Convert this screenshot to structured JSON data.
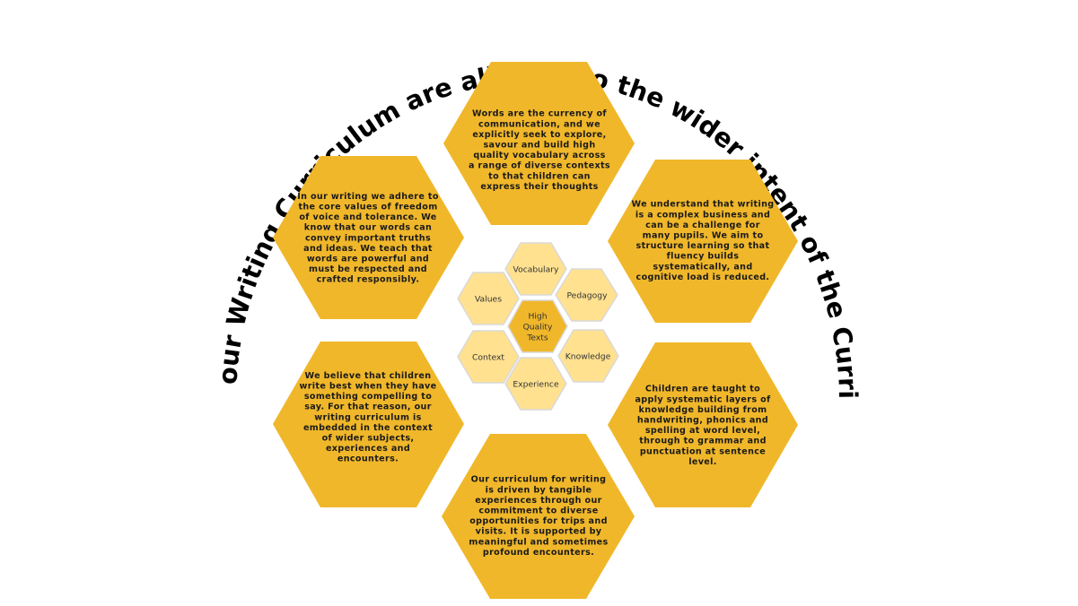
{
  "title": "The drivers of our Writing Curriculum are aligned to the wider intent of the Curriculum Pillars.",
  "colors": {
    "outer_hex": "#F0B72A",
    "inner_hex": "#FFE190",
    "center_hex": "#F0B72A",
    "hex_border": "#D9D9D9",
    "title_text": "#000000"
  },
  "outer_hexes": [
    {
      "id": "top",
      "lines": [
        "Words are the currency of",
        "communication, and we",
        "explicitly seek to explore,",
        "savour and build high",
        "quality vocabulary across",
        "a range of diverse contexts",
        "to that children can",
        "express their thoughts"
      ]
    },
    {
      "id": "upper-left",
      "lines": [
        "In our writing we adhere to",
        "the core values of freedom",
        "of voice and tolerance. We",
        "know that our words can",
        "convey important truths",
        "and ideas. We teach that",
        "words are powerful and",
        "must be respected and",
        "crafted responsibly."
      ]
    },
    {
      "id": "upper-right",
      "lines": [
        "We understand that writing",
        "is a complex business and",
        "can be a challenge for",
        "many pupils. We aim to",
        "structure learning so that",
        "fluency builds",
        "systematically, and",
        "cognitive load is reduced."
      ]
    },
    {
      "id": "lower-left",
      "lines": [
        "We believe that children",
        "write best when they have",
        "something compelling to",
        "say. For that reason, our",
        "writing curriculum is",
        "embedded in the context",
        "of wider subjects,",
        "experiences and",
        "encounters."
      ]
    },
    {
      "id": "lower-right",
      "lines": [
        "Children are taught to",
        "apply systematic layers of",
        "knowledge building from",
        "handwriting, phonics and",
        "spelling at word level,",
        "through to grammar and",
        "punctuation at sentence",
        "level."
      ]
    },
    {
      "id": "bottom",
      "lines": [
        "Our curriculum for writing",
        "is driven by tangible",
        "experiences through our",
        "commitment to diverse",
        "opportunities for trips and",
        "visits. It is supported by",
        "meaningful and sometimes",
        "profound encounters."
      ]
    }
  ],
  "inner_hexes": [
    {
      "id": "vocabulary",
      "lines": [
        "Vocabulary"
      ]
    },
    {
      "id": "pedagogy",
      "lines": [
        "Pedagogy"
      ]
    },
    {
      "id": "values",
      "lines": [
        "Values"
      ]
    },
    {
      "id": "center",
      "lines": [
        "High",
        "Quality",
        "Texts"
      ]
    },
    {
      "id": "context",
      "lines": [
        "Context"
      ]
    },
    {
      "id": "knowledge",
      "lines": [
        "Knowledge"
      ]
    },
    {
      "id": "experience",
      "lines": [
        "Experience"
      ]
    }
  ]
}
